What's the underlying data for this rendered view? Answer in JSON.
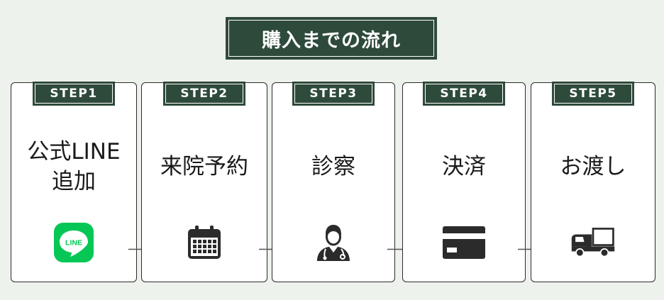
{
  "title": "購入までの流れ",
  "steps": [
    {
      "badge": "STEP1",
      "label_line1": "公式LINE",
      "label_line2": "追加",
      "icon": "line-app-icon",
      "icon_text": "LINE"
    },
    {
      "badge": "STEP2",
      "label_line1": "来院予約",
      "label_line2": "",
      "icon": "calendar-icon"
    },
    {
      "badge": "STEP3",
      "label_line1": "診察",
      "label_line2": "",
      "icon": "doctor-icon"
    },
    {
      "badge": "STEP4",
      "label_line1": "決済",
      "label_line2": "",
      "icon": "credit-card-icon"
    },
    {
      "badge": "STEP5",
      "label_line1": "お渡し",
      "label_line2": "",
      "icon": "delivery-truck-icon"
    }
  ],
  "colors": {
    "accent": "#2e4a3b",
    "line_green": "#06c755",
    "background": "#eef2ec",
    "icon": "#2b2b2b"
  }
}
